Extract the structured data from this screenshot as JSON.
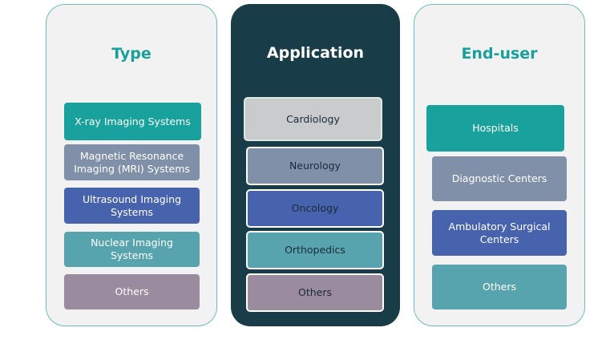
{
  "panels": [
    {
      "title": "Type",
      "items": [
        {
          "label": "X-ray Imaging Systems",
          "color": "#19a29d"
        },
        {
          "label": "Magnetic Resonance Imaging (MRI) Systems",
          "color": "#8090a9"
        },
        {
          "label": "Ultrasound Imaging Systems",
          "color": "#4863ad"
        },
        {
          "label": "Nuclear Imaging Systems",
          "color": "#58a4ae"
        },
        {
          "label": "Others",
          "color": "#9b8b9e"
        }
      ]
    },
    {
      "title": "Application",
      "items": [
        {
          "label": "Cardiology",
          "color": "#c9cbcc"
        },
        {
          "label": "Neurology",
          "color": "#8090a9"
        },
        {
          "label": "Oncology",
          "color": "#4863ad"
        },
        {
          "label": "Orthopedics",
          "color": "#58a4ae"
        },
        {
          "label": "Others",
          "color": "#9b8b9e"
        }
      ]
    },
    {
      "title": "End-user",
      "items": [
        {
          "label": "Hospitals",
          "color": "#19a29d"
        },
        {
          "label": "Diagnostic Centers",
          "color": "#8090a9"
        },
        {
          "label": "Ambulatory Surgical Centers",
          "color": "#4863ad"
        },
        {
          "label": "Others",
          "color": "#58a4ae"
        }
      ]
    }
  ]
}
